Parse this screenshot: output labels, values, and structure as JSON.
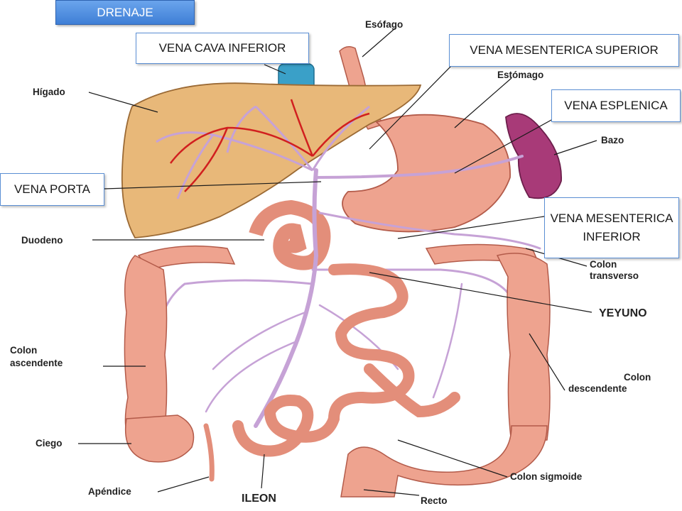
{
  "title": "DRENAJE",
  "boxes": {
    "vena_cava_inferior": "VENA CAVA INFERIOR",
    "vena_mesenterica_superior": "VENA MESENTERICA SUPERIOR",
    "vena_esplenica": "VENA ESPLENICA",
    "vena_porta": "VENA PORTA",
    "vena_mesenterica_inferior": "VENA MESENTERICA INFERIOR"
  },
  "labels": {
    "esofago": "Esófago",
    "higado": "Hígado",
    "estomago": "Estómago",
    "bazo": "Bazo",
    "duodeno": "Duodeno",
    "colon_transverso_1": "Colon",
    "colon_transverso_2": "transverso",
    "yeyuno": "YEYUNO",
    "colon_ascendente_1": "Colon",
    "colon_ascendente_2": "ascendente",
    "colon_descendente_1": "Colon",
    "colon_descendente_2": "descendente",
    "ciego": "Ciego",
    "apendice": "Apéndice",
    "ileon": "ILEON",
    "colon_sigmoide": "Colon sigmoide",
    "recto": "Recto"
  },
  "colors": {
    "liver": "#e8b879",
    "organ_pink": "#eea38f",
    "organ_outline": "#b35b4a",
    "vein": "#c6a2d6",
    "artery": "#d11f1f",
    "spleen": "#a83a78",
    "vena_cava": "#3aa0c8",
    "box_border": "#5b8fd4",
    "title_bg": "#4a88dd"
  }
}
